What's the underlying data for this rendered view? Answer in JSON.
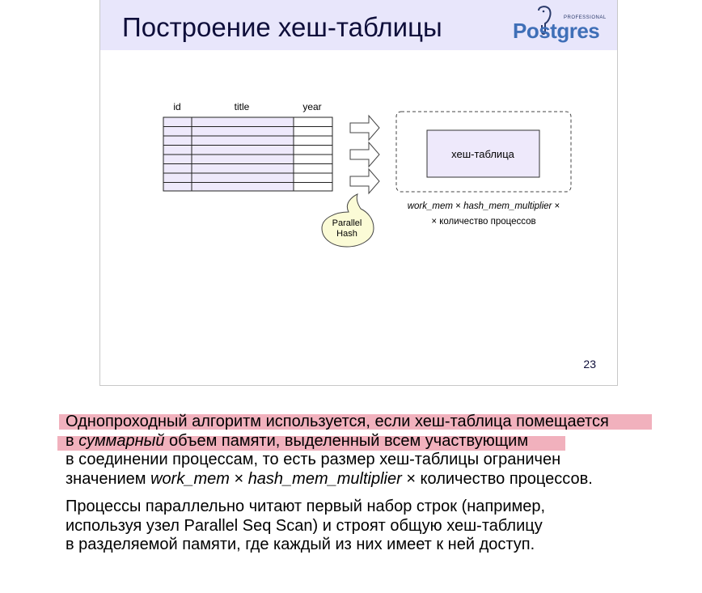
{
  "slide": {
    "title": "Построение хеш-таблицы",
    "logo": {
      "small": "PROFESSIONAL",
      "word": "Postgres"
    },
    "page_number": "23",
    "diagram": {
      "columns": [
        "id",
        "title",
        "year"
      ],
      "hash_box_label": "хеш-таблица",
      "formula_line1": {
        "part1": "work_mem",
        "op1": " × ",
        "part2": "hash_mem_multiplier",
        "op2": " ×"
      },
      "formula_line2": "× количество процессов",
      "callout_line1": "Parallel",
      "callout_line2": "Hash"
    }
  },
  "notes": {
    "p1": {
      "l1": "Однопроходный алгоритм используется, если хеш-таблица помещается",
      "l2_a": "в ",
      "l2_em": "суммарный",
      "l2_b": " объем памяти, выделенный всем участвующим",
      "l3": "в соединении процессам, то есть размер хеш-таблицы ограничен",
      "l4_a": "значением ",
      "l4_em1": "work_mem",
      "l4_b": " × ",
      "l4_em2": "hash_mem_multiplier",
      "l4_c": " × количество процессов."
    },
    "p2": {
      "l1": "Процессы параллельно читают первый набор строк (например,",
      "l2": "используя узел Parallel Seq Scan) и строят общую хеш-таблицу",
      "l3": "в разделяемой памяти, где каждый из них имеет к ней доступ."
    }
  }
}
